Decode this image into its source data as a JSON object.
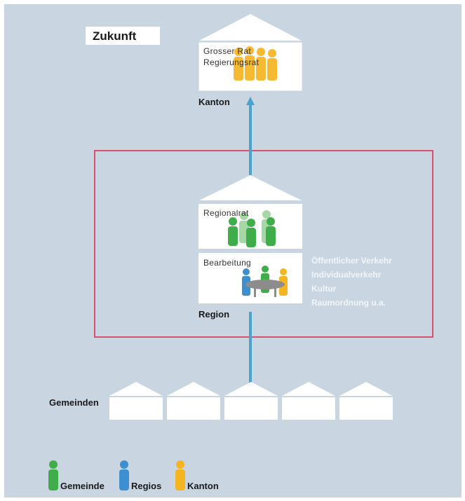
{
  "title": "Zukunft",
  "kanton": {
    "lines": [
      "Grosser Rat",
      "Regierungsrat"
    ],
    "label": "Kanton"
  },
  "region": {
    "top_label": "Regionalrat",
    "bottom_label": "Bearbeitung",
    "label": "Region",
    "fields": [
      "Öffentlicher Verkehr",
      "Individualverkehr",
      "Kultur",
      "Raumordnung u.a."
    ]
  },
  "gemeinden": {
    "label": "Gemeinden",
    "count": 5
  },
  "legend": [
    {
      "label": "Gemeinde",
      "color": "#3fae4a"
    },
    {
      "label": "Regios",
      "color": "#3d8fd0"
    },
    {
      "label": "Kanton",
      "color": "#f5b520"
    }
  ],
  "colors": {
    "arrow": "#4aa3cc",
    "frame": "#d8506a",
    "background": "#c9d5e1"
  }
}
